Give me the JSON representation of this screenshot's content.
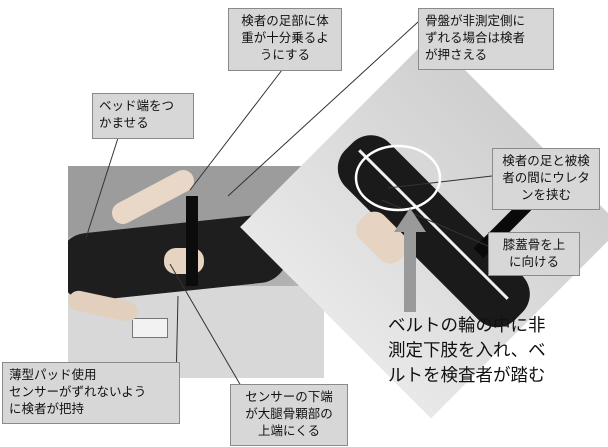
{
  "callouts": {
    "bed_edge": [
      "ベッド端をつ",
      "かませる"
    ],
    "examiner_foot_weight": [
      "検者の足部に体",
      "重が十分乗るよ",
      "うにする"
    ],
    "pelvis_shift": [
      "骨盤が非測定側に",
      "ずれる場合は検者",
      "が押さえる"
    ],
    "urethane_between": [
      "検者の足と被検",
      "者の間にウレタ",
      "ンを挟む"
    ],
    "patella_up": [
      "膝蓋骨を上",
      "に向ける"
    ],
    "thin_pad": [
      "薄型パッド使用",
      "センサーがずれないよう",
      "に検者が把持"
    ],
    "sensor_lower_end": [
      "センサーの下端",
      "が大腿骨顆部の",
      "上端にくる"
    ]
  },
  "belt_note": [
    "ベルトの輪の中に非",
    "測定下肢を入れ、ベ",
    "ルトを検査者が踏む"
  ],
  "colors": {
    "callout_fill": "#d7d7d7",
    "callout_border": "#8a8a8a",
    "leader_line": "#333333",
    "arrow_gray": "#9a9a9a",
    "circle": "#ffffff"
  }
}
